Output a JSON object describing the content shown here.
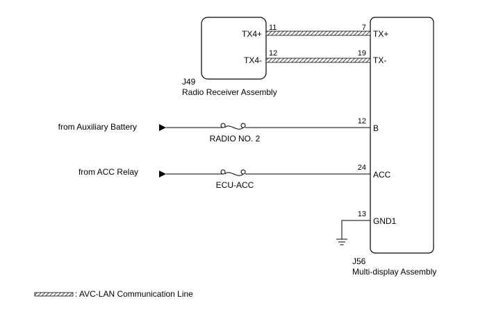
{
  "components": {
    "j49": {
      "connector": "J49",
      "name": "Radio Receiver Assembly",
      "pins": [
        {
          "terminal": "TX4+",
          "pin": "11"
        },
        {
          "terminal": "TX4-",
          "pin": "12"
        }
      ]
    },
    "j56": {
      "connector": "J56",
      "name": "Multi-display Assembly",
      "pins": [
        {
          "terminal": "TX+",
          "pin": "7"
        },
        {
          "terminal": "TX-",
          "pin": "19"
        },
        {
          "terminal": "B",
          "pin": "12"
        },
        {
          "terminal": "ACC",
          "pin": "24"
        },
        {
          "terminal": "GND1",
          "pin": "13"
        }
      ]
    }
  },
  "sources": {
    "aux_battery": "from Auxiliary Battery",
    "acc_relay": "from ACC Relay"
  },
  "fuses": {
    "radio": "RADIO NO. 2",
    "ecu_acc": "ECU-ACC"
  },
  "legend": {
    "text": ": AVC-LAN Communication Line"
  },
  "colors": {
    "line": "#000000",
    "background": "#ffffff"
  }
}
